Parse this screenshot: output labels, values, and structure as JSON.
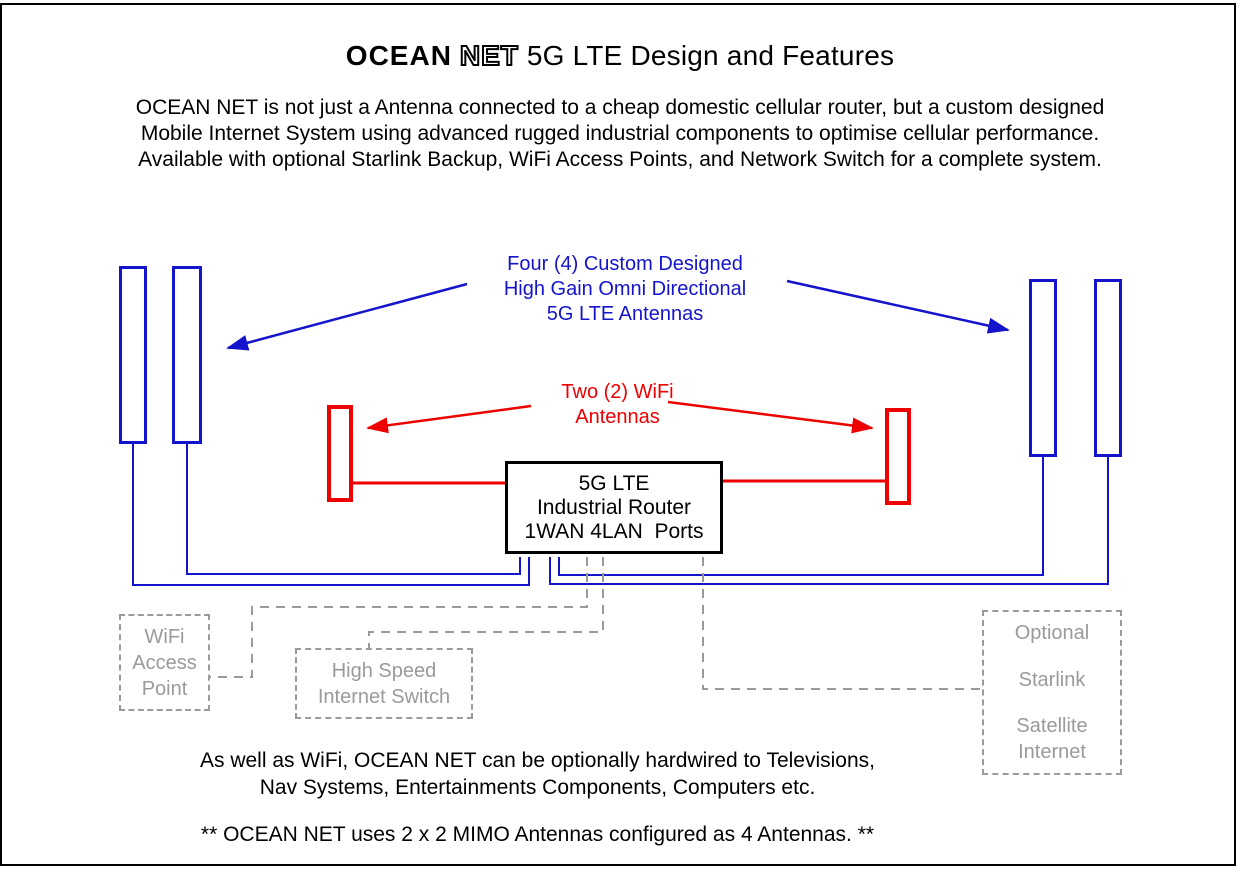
{
  "title": {
    "logo_ocean": "OCEAN",
    "logo_net": "NET",
    "rest": " 5G LTE Design and Features"
  },
  "intro_lines": [
    "OCEAN NET is not just a Antenna connected to a cheap domestic cellular router, but a custom designed",
    "Mobile Internet System using advanced rugged industrial components to optimise cellular performance.",
    "Available with optional Starlink Backup, WiFi Access Points, and Network Switch for a complete system."
  ],
  "diagram": {
    "lte_label_lines": [
      "Four (4) Custom Designed",
      "High Gain Omni Directional",
      "5G LTE Antennas"
    ],
    "wifi_label_lines": [
      "Two (2) WiFi",
      "Antennas"
    ],
    "router_lines": [
      "5G LTE",
      "Industrial Router",
      "1WAN 4LAN  Ports"
    ],
    "wifi_ap_lines": [
      "WiFi",
      "Access",
      "Point"
    ],
    "switch_lines": [
      "High Speed",
      "Internet Switch"
    ],
    "starlink_lines": [
      "Optional",
      "Starlink",
      "Satellite",
      "Internet"
    ],
    "colors": {
      "antenna_blue": "#1414cc",
      "wifi_red": "#ee0000",
      "dashed_gray": "#9a9a9a",
      "outline_black": "#000000"
    }
  },
  "footer": {
    "note_lines": [
      "As well as WiFi, OCEAN NET can be optionally hardwired to Televisions,",
      "Nav Systems, Entertainments Components, Computers etc."
    ],
    "mimo_note": "** OCEAN NET uses 2 x 2 MIMO Antennas configured as 4 Antennas. **"
  }
}
